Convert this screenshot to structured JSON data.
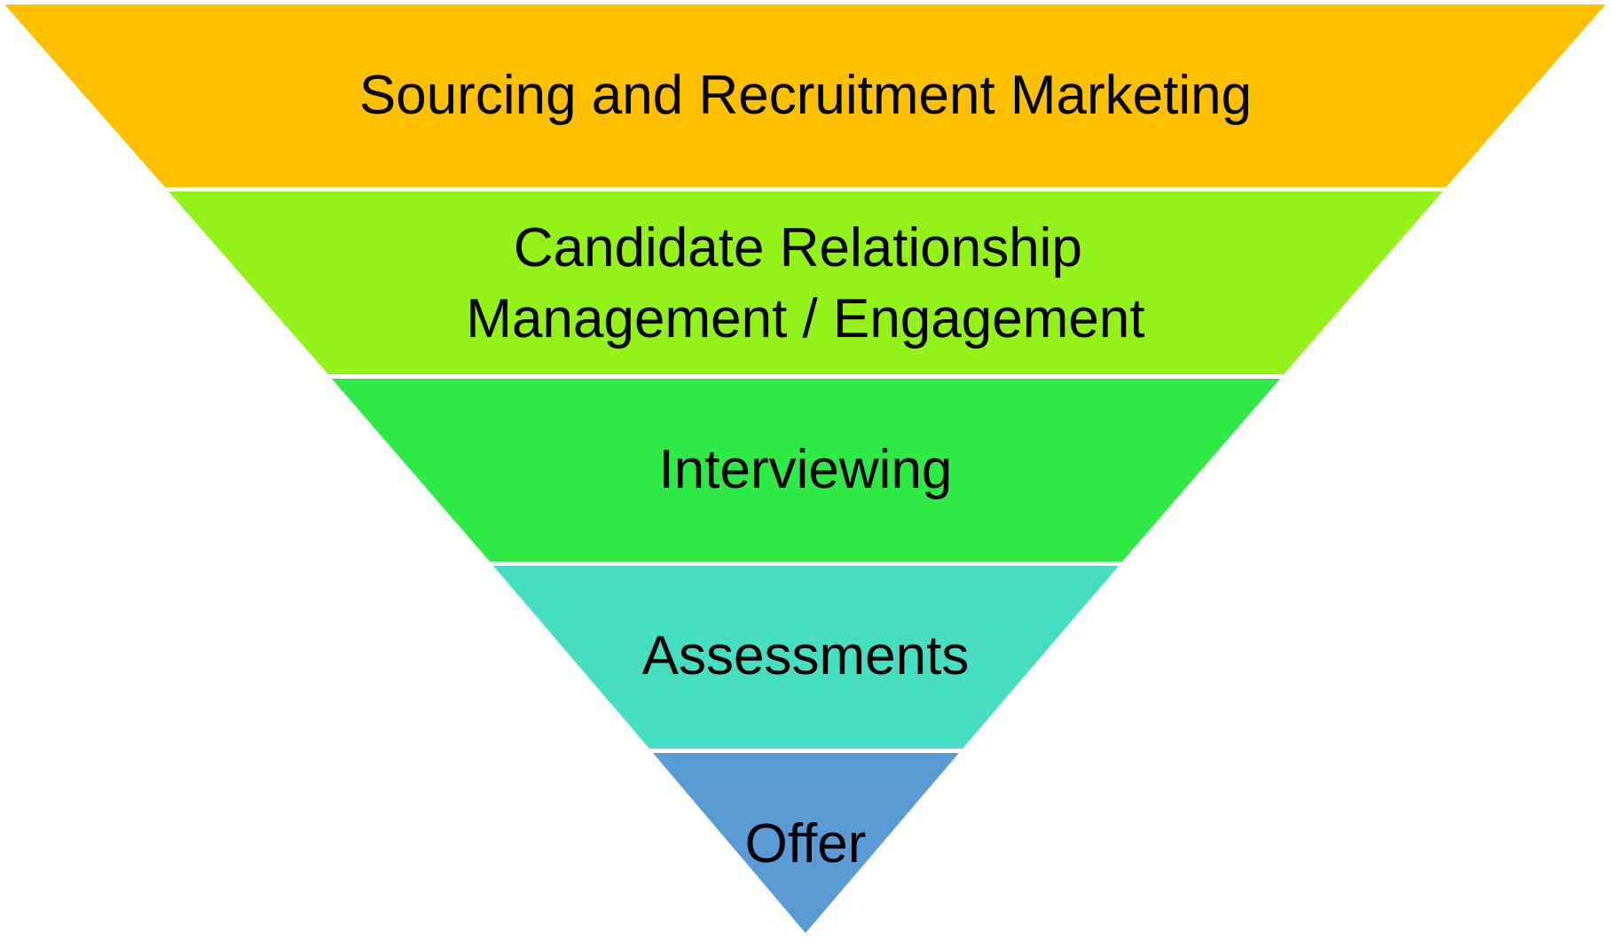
{
  "diagram": {
    "stages": [
      {
        "lines": [
          "Sourcing and Recruitment Marketing"
        ],
        "color": "#FFC000"
      },
      {
        "lines": [
          "Candidate Relationship",
          "Management / Engagement"
        ],
        "color": "#92F21A"
      },
      {
        "lines": [
          "Interviewing"
        ],
        "color": "#2FE946"
      },
      {
        "lines": [
          "Assessments"
        ],
        "color": "#46DEC0"
      },
      {
        "lines": [
          "Offer"
        ],
        "color": "#5B9BD5"
      }
    ]
  }
}
